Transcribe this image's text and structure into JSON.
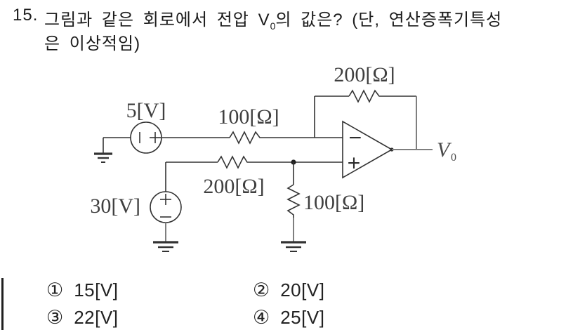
{
  "question": {
    "number": "15.",
    "line1_pre": "그림과 같은 회로에서 전압",
    "v_symbol": "V",
    "v_subscript": "0",
    "line1_post": "의 값은? (단, 연산증폭기특성",
    "line2": "은 이상적임)"
  },
  "circuit": {
    "source_5v_label": "5[V]",
    "source_30v_label": "30[V]",
    "resistor_input_top_label": "100[Ω]",
    "resistor_input_bottom_label": "200[Ω]",
    "resistor_feedback_label": "200[Ω]",
    "resistor_to_ground_label": "100[Ω]",
    "opamp_inverting_symbol": "−",
    "opamp_noninverting_symbol": "+",
    "output_symbol": "V",
    "output_subscript": "0"
  },
  "options": [
    {
      "num": "①",
      "label": "15[V]"
    },
    {
      "num": "②",
      "label": "20[V]"
    },
    {
      "num": "③",
      "label": "22[V]"
    },
    {
      "num": "④",
      "label": "25[V]"
    }
  ]
}
